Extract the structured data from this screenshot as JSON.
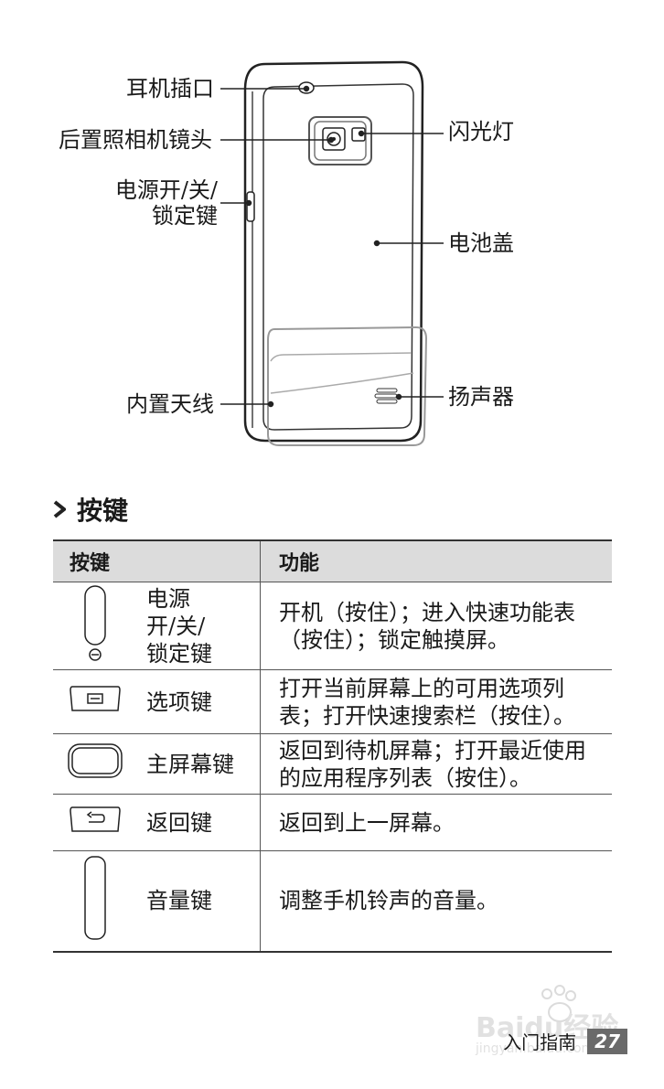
{
  "diagram": {
    "callouts": {
      "headphone_jack": "耳机插口",
      "rear_camera": "后置照相机镜头",
      "power_lock_line1": "电源开/关/",
      "power_lock_line2": "锁定键",
      "internal_antenna": "内置天线",
      "flash": "闪光灯",
      "battery_cover": "电池盖",
      "speaker": "扬声器"
    }
  },
  "section": {
    "heading": "按键"
  },
  "table": {
    "headers": {
      "key": "按键",
      "function": "功能"
    },
    "rows": [
      {
        "icon": "power-key-icon",
        "name": "电源\n开/关/\n锁定键",
        "function": "开机（按住）；进入快速功能表（按住）；锁定触摸屏。"
      },
      {
        "icon": "menu-key-icon",
        "name": "选项键",
        "function": "打开当前屏幕上的可用选项列表；打开快速搜索栏（按住）。"
      },
      {
        "icon": "home-key-icon",
        "name": "主屏幕键",
        "function": "返回到待机屏幕；打开最近使用的应用程序列表（按住）。"
      },
      {
        "icon": "back-key-icon",
        "name": "返回键",
        "function": "返回到上一屏幕。"
      },
      {
        "icon": "volume-key-icon",
        "name": "音量键",
        "function": "调整手机铃声的音量。"
      }
    ]
  },
  "footer": {
    "section_name": "入门指南",
    "page_number": "27"
  },
  "watermark": {
    "brand": "Baidu",
    "suffix": "经验",
    "url": "jingyan.baidu.com"
  }
}
